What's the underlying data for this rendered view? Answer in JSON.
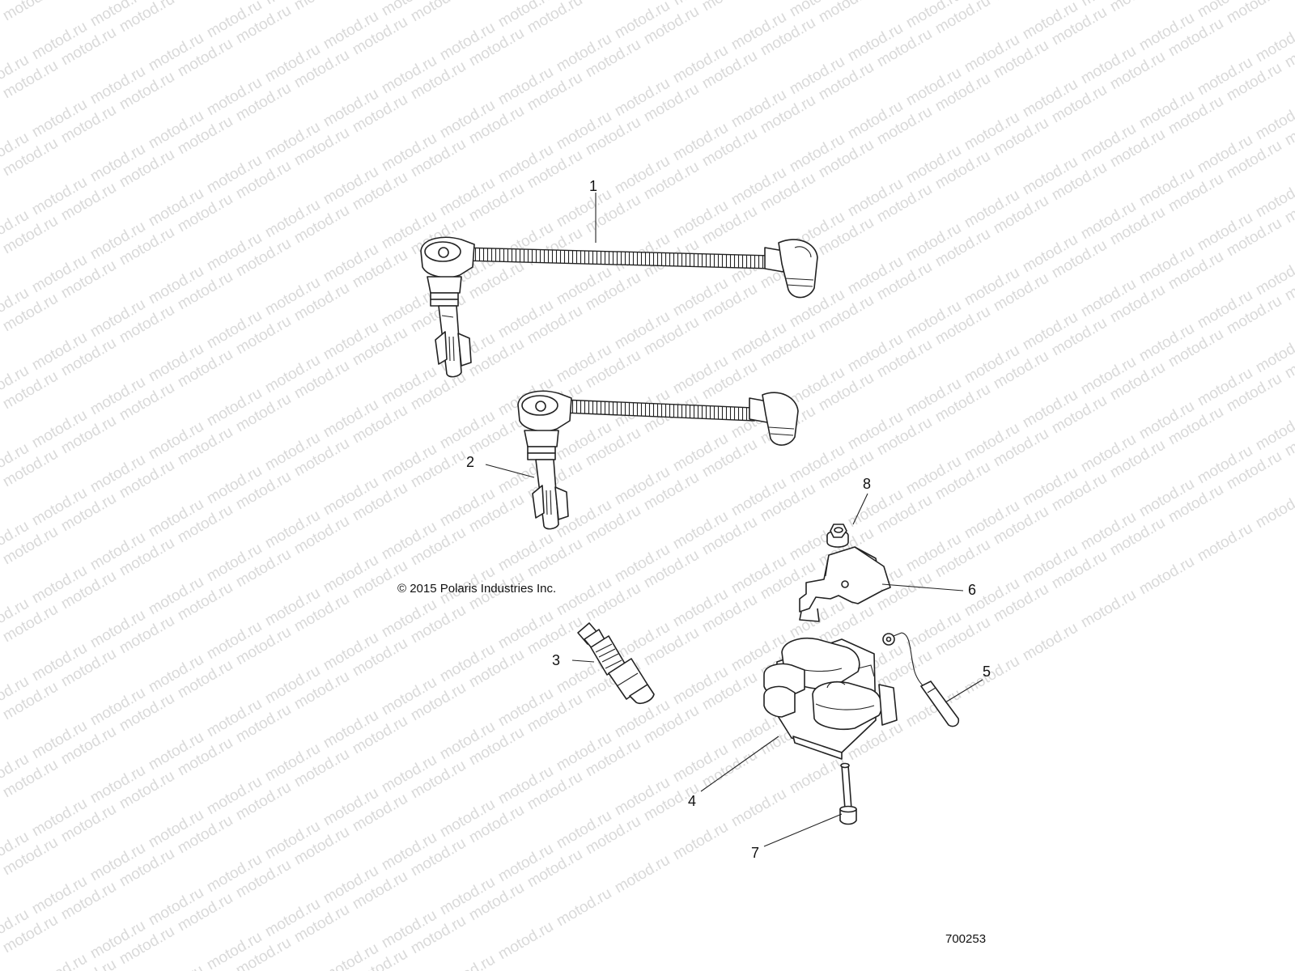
{
  "watermark": {
    "text": "motod.ru",
    "color": "#d9d9d9"
  },
  "copyright": "© 2015 Polaris Industries Inc.",
  "part_number": "700253",
  "callouts": [
    {
      "id": "1",
      "label": "1"
    },
    {
      "id": "2",
      "label": "2"
    },
    {
      "id": "3",
      "label": "3"
    },
    {
      "id": "4",
      "label": "4"
    },
    {
      "id": "5",
      "label": "5"
    },
    {
      "id": "6",
      "label": "6"
    },
    {
      "id": "7",
      "label": "7"
    },
    {
      "id": "8",
      "label": "8"
    }
  ]
}
